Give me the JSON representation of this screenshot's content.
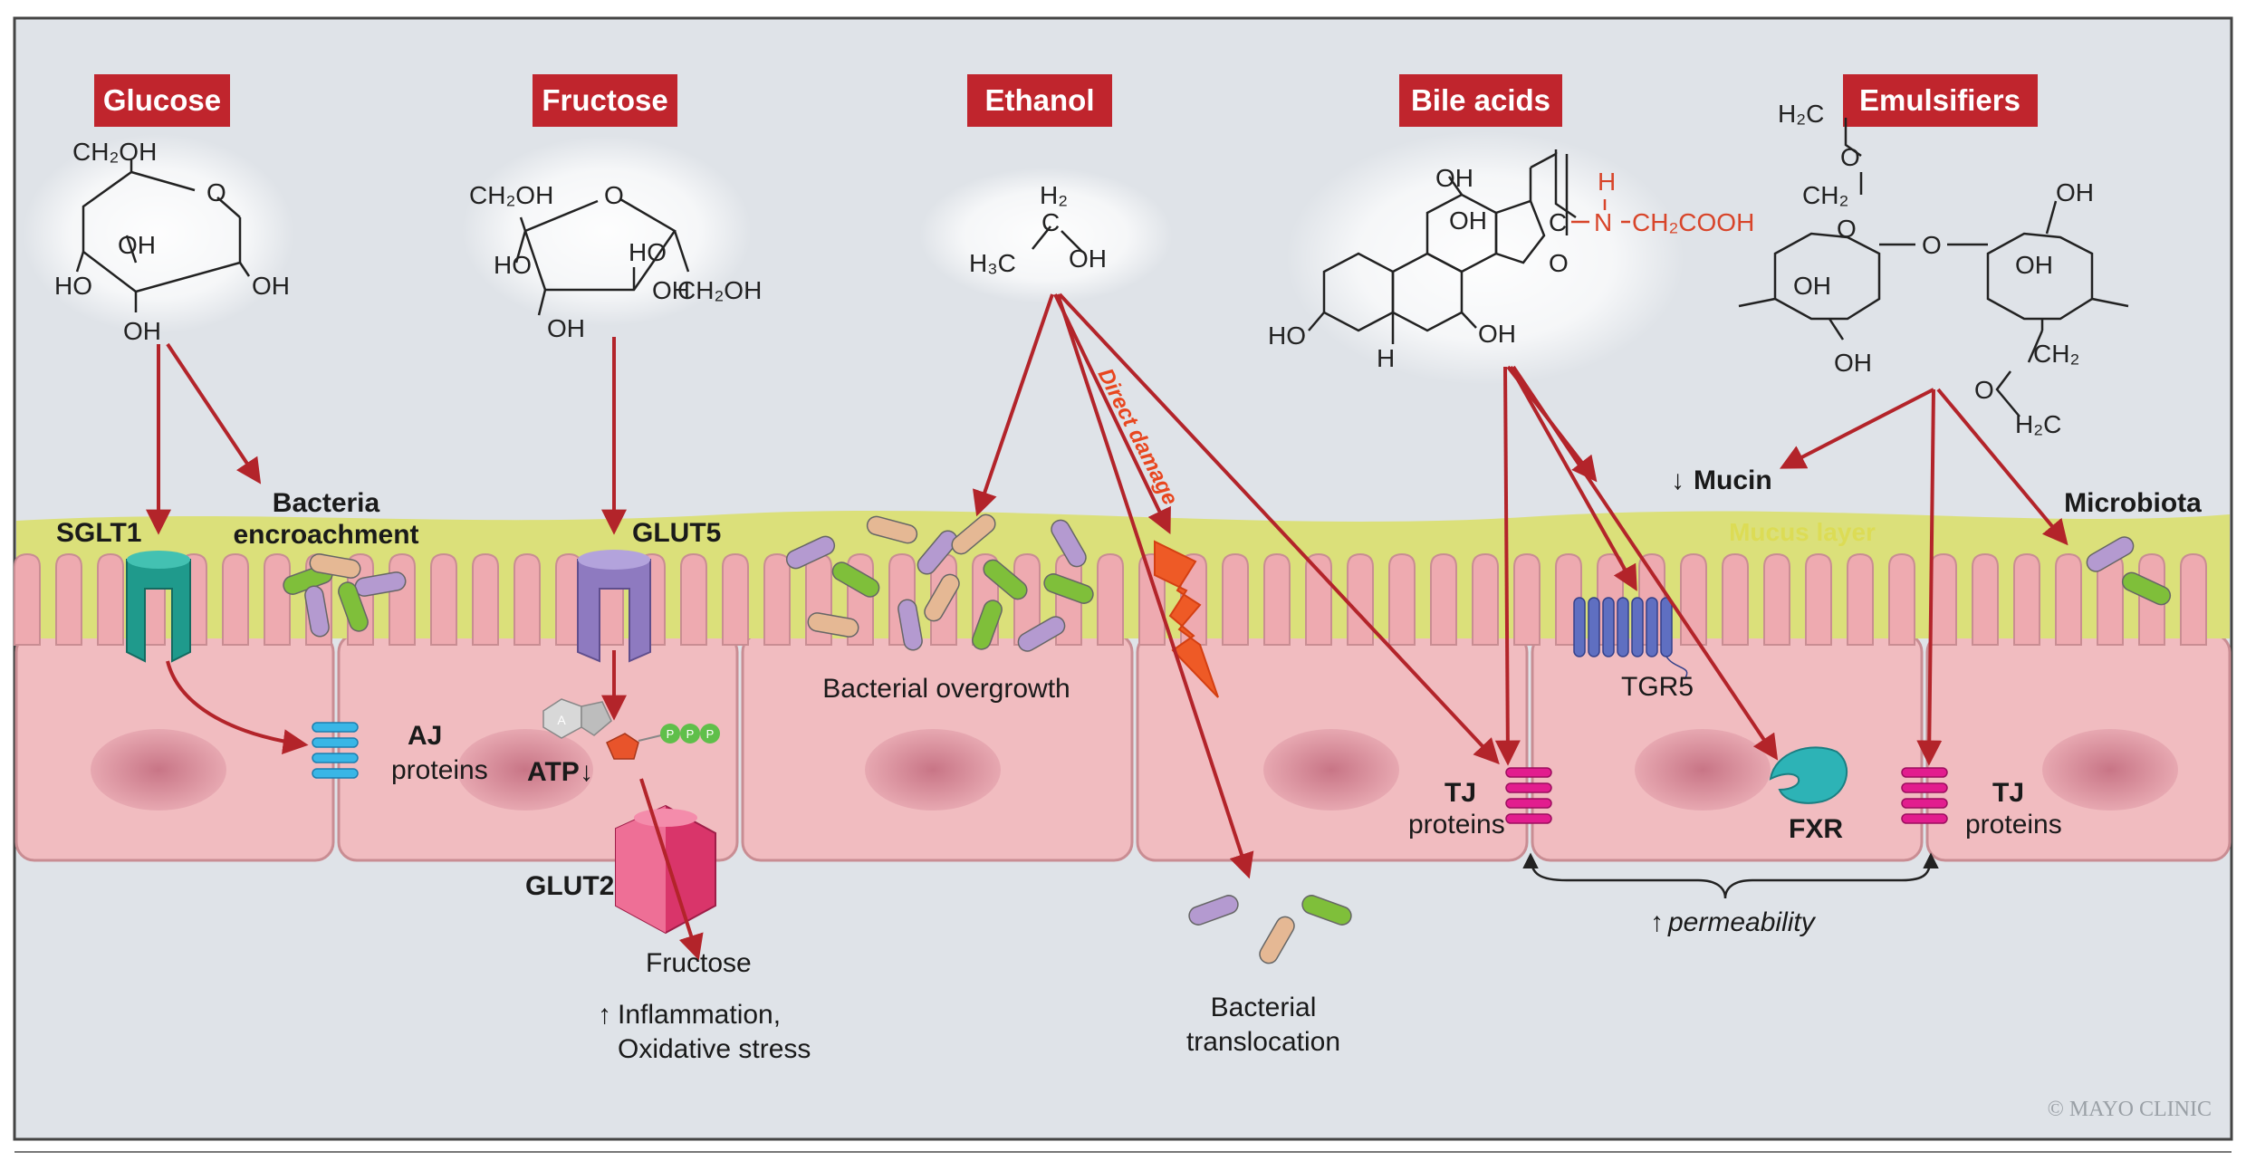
{
  "headers": {
    "glucose": "Glucose",
    "fructose": "Fructose",
    "ethanol": "Ethanol",
    "bile_acids": "Bile acids",
    "emulsifiers": "Emulsifiers"
  },
  "labels": {
    "sglt1": "SGLT1",
    "bacteria_encroachment_1": "Bacteria",
    "bacteria_encroachment_2": "encroachment",
    "glut5": "GLUT5",
    "aj_1": "AJ",
    "aj_2": "proteins",
    "atp": "ATP",
    "glut2": "GLUT2",
    "fructose_out": "Fructose",
    "inflammation_1": "Inflammation,",
    "inflammation_2": "Oxidative stress",
    "bacterial_overgrowth": "Bacterial overgrowth",
    "direct_damage": "Direct damage",
    "bacterial_translocation_1": "Bacterial",
    "bacterial_translocation_2": "translocation",
    "mucin": "Mucin",
    "mucus_layer": "Mucus layer",
    "microbiota": "Microbiota",
    "tgr5": "TGR5",
    "tj_left_1": "TJ",
    "tj_left_2": "proteins",
    "fxr": "FXR",
    "tj_right_1": "TJ",
    "tj_right_2": "proteins",
    "permeability": "permeability",
    "copyright": "© MAYO CLINIC"
  },
  "chem": {
    "glucose": [
      "CH₂OH",
      "O",
      "OH",
      "HO",
      "OH",
      "OH"
    ],
    "fructose": [
      "CH₂OH",
      "O",
      "HO",
      "HO",
      "OH",
      "CH₂OH",
      "OH"
    ],
    "ethanol": [
      "H₂",
      "C",
      "H₃C",
      "OH"
    ],
    "bile_core": [
      "OH",
      "OH",
      "HO",
      "H",
      "OH",
      "O",
      "C"
    ],
    "bile_glycine": [
      "H",
      "N",
      "CH₂COOH"
    ],
    "emulsifier": [
      "H₂C",
      "O",
      "CH₂",
      "O",
      "OH",
      "OH",
      "OH",
      "OH",
      "O",
      "CH₂",
      "O",
      "H₂C"
    ]
  },
  "atp_letters": [
    "A",
    "P",
    "P",
    "P"
  ],
  "colors": {
    "header_fill": "#c0252d",
    "arrow": "#b3242a",
    "background": "#dfe3e8",
    "cell": "#f1bcc0",
    "cell_border": "#c98d93",
    "nucleus": "#d58d98",
    "mucus": "#dbe07a",
    "villi": "#eeaab0",
    "sglt1": "#1f9a8c",
    "glut5": "#8e7ac0",
    "glut2": "#d9356a",
    "aj": "#39b6e6",
    "tj": "#e21d8e",
    "tgr5": "#5f6fc1",
    "fxr": "#2db3b6",
    "bacteria_green": "#7fbf3a",
    "bacteria_purple": "#b49ad0",
    "bacteria_tan": "#e5b894"
  }
}
